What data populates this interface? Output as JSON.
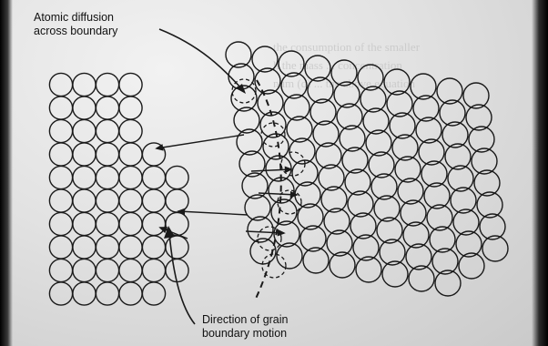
{
  "labels": {
    "top": [
      "Atomic diffusion",
      "across boundary"
    ],
    "bottom": [
      "Direction of grain",
      "boundary motion"
    ]
  },
  "background_text": [
    "the consumption of the smaller",
    "h the mass ... concentration",
    "num (d) ... the above equation"
  ],
  "colors": {
    "ink": "#1a1a1a",
    "paper": "#e6e6e6"
  }
}
